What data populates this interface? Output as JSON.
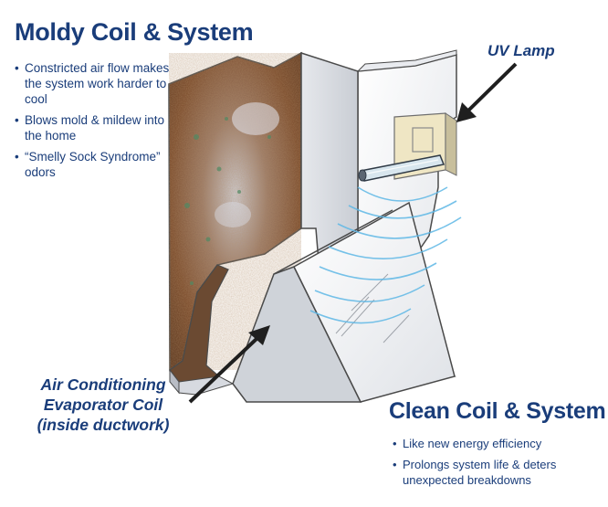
{
  "moldy": {
    "title": "Moldy Coil & System",
    "bullets": [
      "Constricted air flow makes the system work harder to cool",
      "Blows mold & mildew into the home",
      "“Smelly Sock Syndrome” odors"
    ]
  },
  "uv_lamp": {
    "label": "UV Lamp"
  },
  "coil": {
    "line1": "Air Conditioning",
    "line2": "Evaporator Coil",
    "line3": "(inside ductwork)"
  },
  "clean": {
    "title": "Clean Coil & System",
    "bullets": [
      "Like new energy efficiency",
      "Prolongs system life & deters unexpected breakdowns"
    ]
  },
  "colors": {
    "text": "#1a3d7a",
    "duct_light": "#f2f3f5",
    "duct_shade": "#d9dce1",
    "edge": "#4a4a4a",
    "uv_wave": "#5fb8e6",
    "mold": "#8b5a33"
  }
}
